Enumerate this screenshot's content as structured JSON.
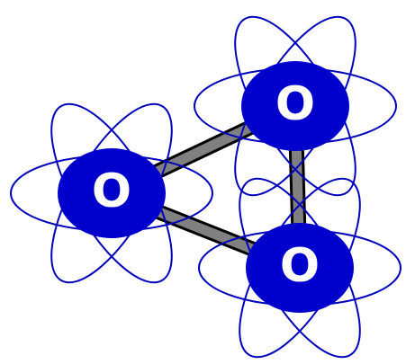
{
  "diagram": {
    "atoms": [
      {
        "id": "left",
        "label": "O"
      },
      {
        "id": "top-right",
        "label": "O"
      },
      {
        "id": "bottom-right",
        "label": "O"
      }
    ],
    "bonds": [
      {
        "from": "left",
        "to": "top-right"
      },
      {
        "from": "left",
        "to": "bottom-right"
      },
      {
        "from": "top-right",
        "to": "bottom-right"
      }
    ],
    "colors": {
      "nucleus": "#0000cc",
      "orbit": "#0000bb",
      "bond_fill": "#808080",
      "bond_edge": "#000000",
      "ring": "#ffffff"
    },
    "orbit_icon": "atom-orbit-icon"
  }
}
